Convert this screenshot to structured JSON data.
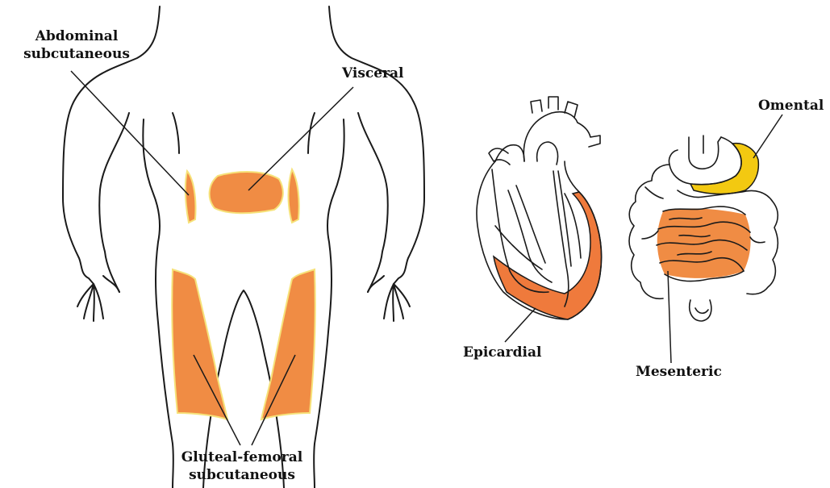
{
  "labels": {
    "abdominal_line1": "Abdominal",
    "abdominal_line2": "subcutaneous",
    "visceral": "Visceral",
    "gluteal_line1": "Gluteal-femoral",
    "gluteal_line2": "subcutaneous",
    "epicardial": "Epicardial",
    "omental": "Omental",
    "mesenteric": "Mesenteric"
  },
  "colors": {
    "fat_orange": "#f08c44",
    "fat_orange_rim": "#f6e27a",
    "omental_yellow": "#f3c911",
    "epicardial_orange": "#ef7a3c",
    "outline": "#1a1a1a"
  },
  "icons": {
    "body": "human-body-outline-icon",
    "heart": "heart-icon",
    "intestines": "intestines-icon"
  }
}
